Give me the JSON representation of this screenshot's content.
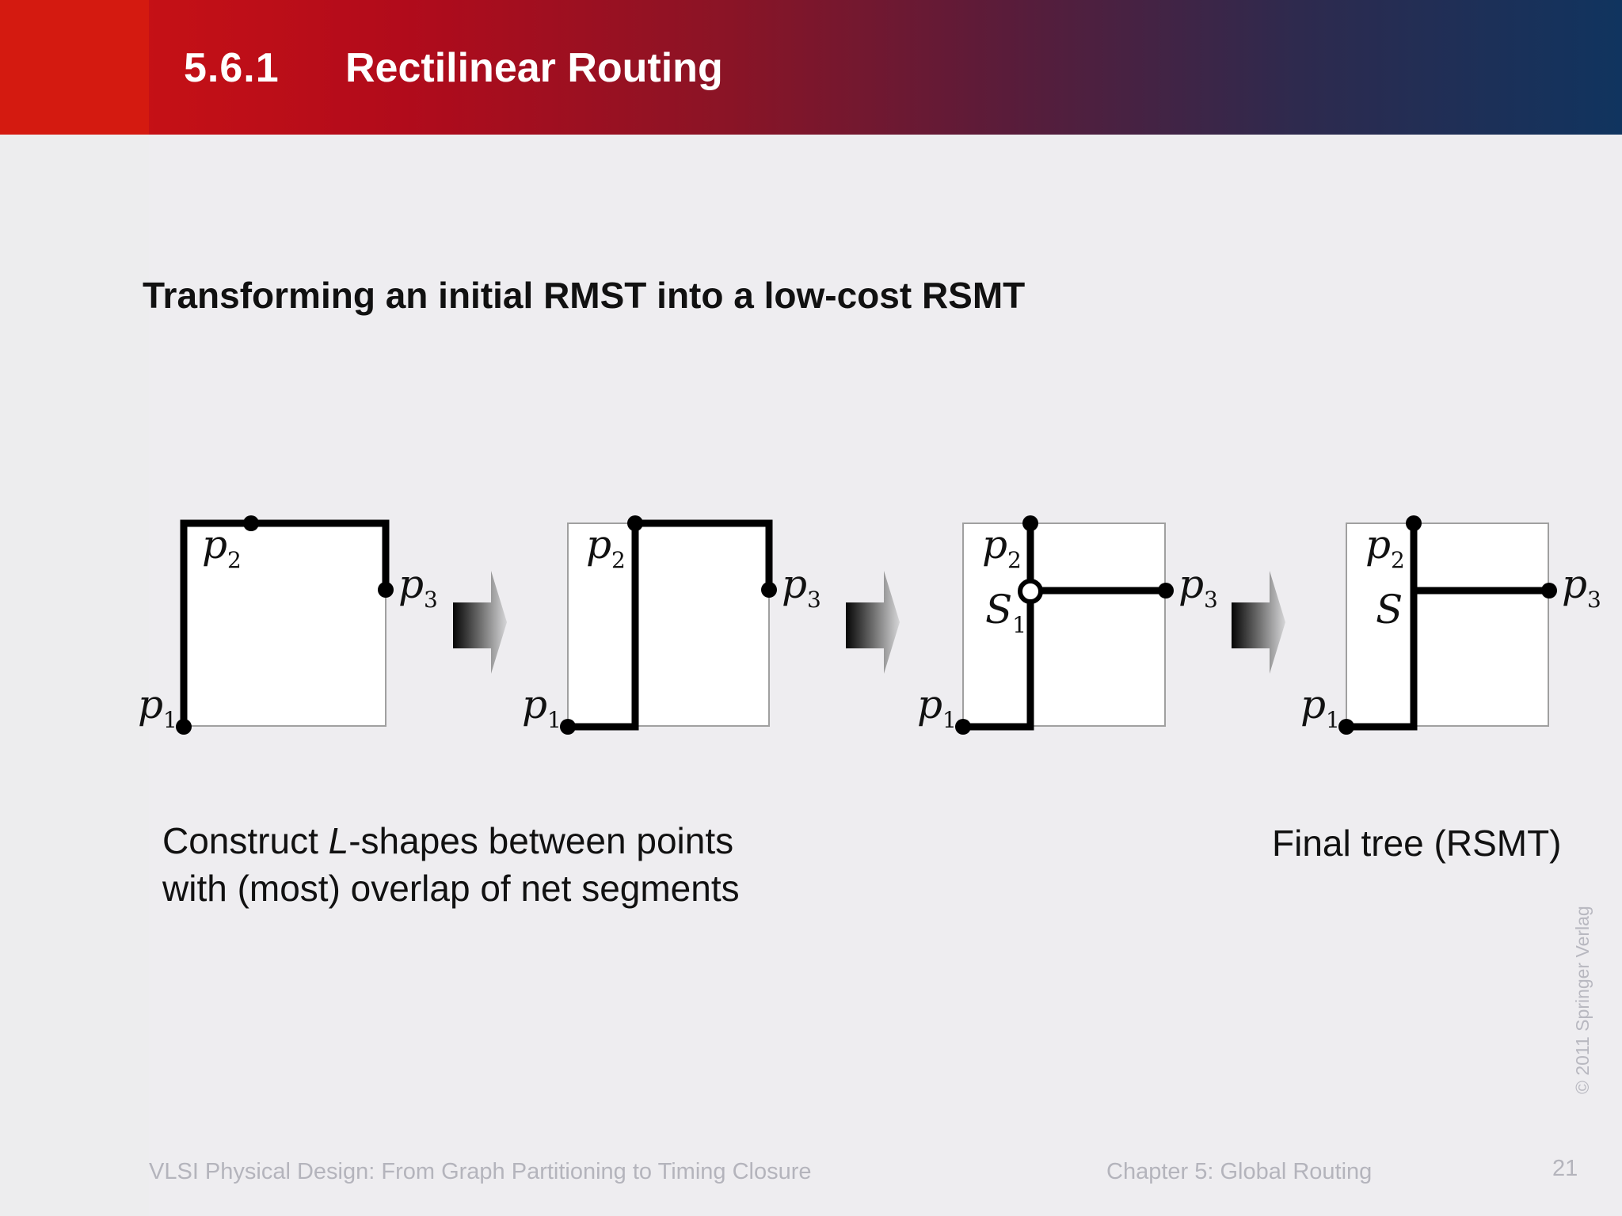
{
  "header": {
    "section_number": "5.6.1",
    "section_title": "Rectilinear Routing"
  },
  "subtitle": "Transforming an initial RMST into a low-cost RSMT",
  "diagram_labels": {
    "p": "p",
    "s": "S",
    "one": "1",
    "two": "2",
    "three": "3"
  },
  "captions": {
    "left_line1_pre": "Construct ",
    "left_line1_italic": "L",
    "left_line1_post": "-shapes between points",
    "left_line2": "with (most) overlap of net segments",
    "right": "Final tree (RSMT)"
  },
  "footer": {
    "book": "VLSI Physical Design: From Graph Partitioning to Timing Closure",
    "chapter": "Chapter 5: Global Routing",
    "page": "21"
  },
  "copyright": "© 2011 Springer Verlag",
  "colors": {
    "header_start": "#d01910",
    "header_end": "#10345f",
    "background": "#eeedf0"
  }
}
